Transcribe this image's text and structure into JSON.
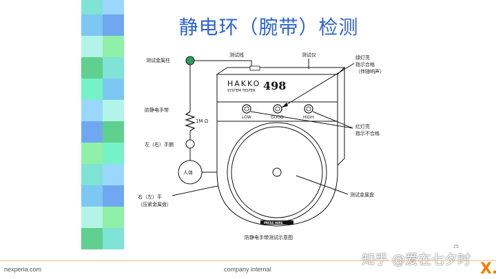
{
  "slide": {
    "title": "静电环（腕带）检测",
    "slide_number": "25"
  },
  "diagram": {
    "caption": "防静电手带测试示意图",
    "labels": {
      "metal_post": "测试金属柱",
      "test_lead": "测试线",
      "tester": "测试仪",
      "green_light": [
        "绿灯亮",
        "指示合格",
        "（伴随响声）"
      ],
      "red_light": [
        "红灯亮",
        "指示不合格"
      ],
      "wrist_strap": "防静电手带",
      "resistor": "1M Ω",
      "left_wrist": "左（右）手腕",
      "body": "人体",
      "right_hand": [
        "右（左）手",
        "（压紧金属盘）"
      ],
      "metal_plate": "测试金属盘"
    },
    "device": {
      "brand": "HAKKO",
      "model": "SYSTEM TESTER",
      "number": "498",
      "buttons": [
        "LOW",
        "GOOD",
        "HIGH"
      ],
      "plate_text": "PRESS HERE"
    }
  },
  "footer": {
    "company": "nexperia.com",
    "classification": "company internal",
    "watermark": "知乎 @爱在七夕时",
    "logo": "X."
  },
  "colors": {
    "title": "#2d63d3",
    "accent": "#f57c00",
    "post_green": "#2e9e5c"
  }
}
